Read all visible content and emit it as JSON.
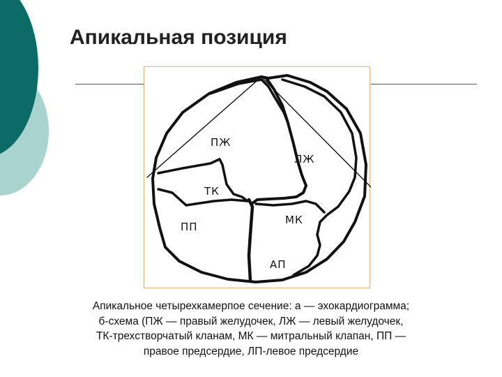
{
  "slide": {
    "title": "Апикальная позиция"
  },
  "diagram": {
    "labels": {
      "rv": "ПЖ",
      "lv": "ЛЖ",
      "tricuspid": "ТК",
      "mitral": "МК",
      "right_atrium": "ПП",
      "left_atrium": "АП"
    }
  },
  "caption": {
    "line1_bold": "Апикальное",
    "line1_rest": " четырехкамерпое сечение: а — ",
    "line1_bold2": "эхокардиограмма",
    "line1_end": ";",
    "line2": "б-схема (ПЖ — правый желудочек, ЛЖ — левый желудочек,",
    "line3": "ТК-трехстворчатый кланам, МК — митральный клапан, ПП —",
    "line4": "правое предсердие, ЛП-левое предсердие"
  },
  "colors": {
    "accent_dark": "#0c6b66",
    "accent_light": "#a9d3cf",
    "frame_border": "#d8b48a"
  }
}
